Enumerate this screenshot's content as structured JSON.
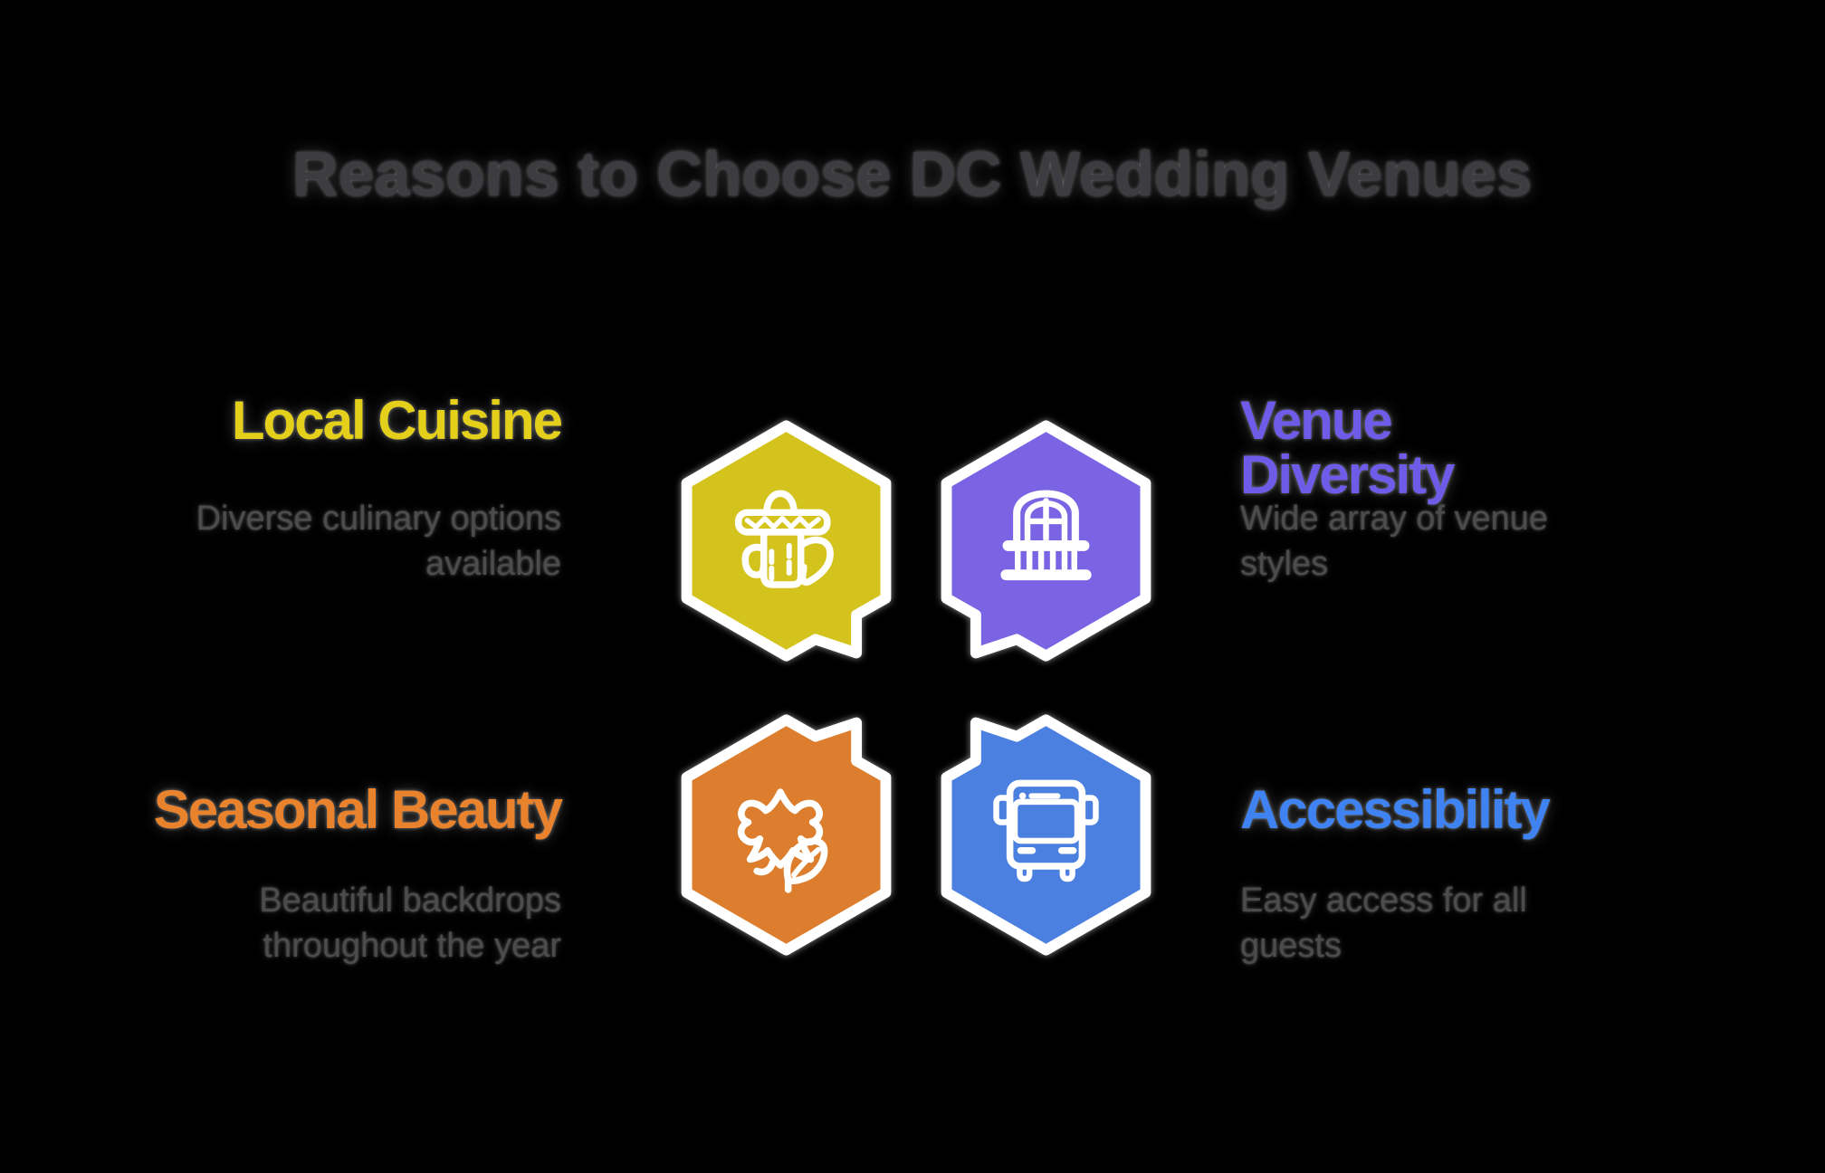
{
  "title": "Reasons to Choose DC Wedding Venues",
  "title_color": "#3d3d41",
  "background_color": "#000000",
  "body_text_color": "#4c4c4c",
  "sections": [
    {
      "id": "local-cuisine",
      "heading": "Local Cuisine",
      "body": "Diverse culinary options available",
      "heading_color": "#e4cf1b",
      "hex_color": "#d5c31d",
      "icon": "sombrero-cactus-icon",
      "position": "top-left"
    },
    {
      "id": "venue-diversity",
      "heading": "Venue Diversity",
      "body": "Wide array of venue styles",
      "heading_color": "#6e5ce8",
      "hex_color": "#7b64e4",
      "icon": "balcony-window-icon",
      "position": "top-right"
    },
    {
      "id": "seasonal-beauty",
      "heading": "Seasonal Beauty",
      "body": "Beautiful backdrops throughout the year",
      "heading_color": "#e8822d",
      "hex_color": "#dc7e2d",
      "icon": "maple-leaf-icon",
      "position": "bottom-left"
    },
    {
      "id": "accessibility",
      "heading": "Accessibility",
      "body": "Easy access for all guests",
      "heading_color": "#3f83f2",
      "hex_color": "#4c80e0",
      "icon": "bus-icon",
      "position": "bottom-right"
    }
  ]
}
